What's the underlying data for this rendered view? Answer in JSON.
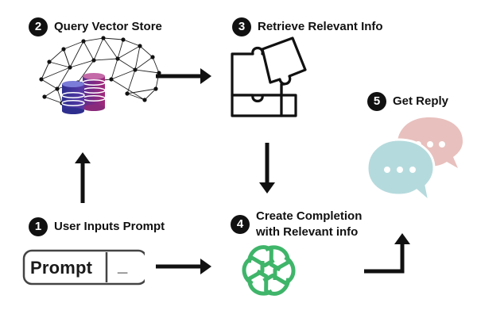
{
  "steps": [
    {
      "number": "1",
      "label": "User Inputs Prompt"
    },
    {
      "number": "2",
      "label": "Query Vector Store"
    },
    {
      "number": "3",
      "label": "Retrieve Relevant Info"
    },
    {
      "number": "4",
      "label_line1": "Create Completion",
      "label_line2": "with Relevant info"
    },
    {
      "number": "5",
      "label": "Get Reply"
    }
  ],
  "prompt_box": {
    "text": "Prompt",
    "cursor": "_"
  },
  "icons": {
    "vector_store": "network-database-icon",
    "retrieve": "puzzle-icon",
    "completion": "openai-logo-icon",
    "reply": "chat-bubbles-icon"
  },
  "colors": {
    "ink": "#111111",
    "openai_green": "#3fb56a",
    "bubble_pink": "#e8c0bd",
    "bubble_teal": "#b5dadd",
    "db_blue": "#3a3a9e",
    "db_purple": "#8a2a7a"
  }
}
